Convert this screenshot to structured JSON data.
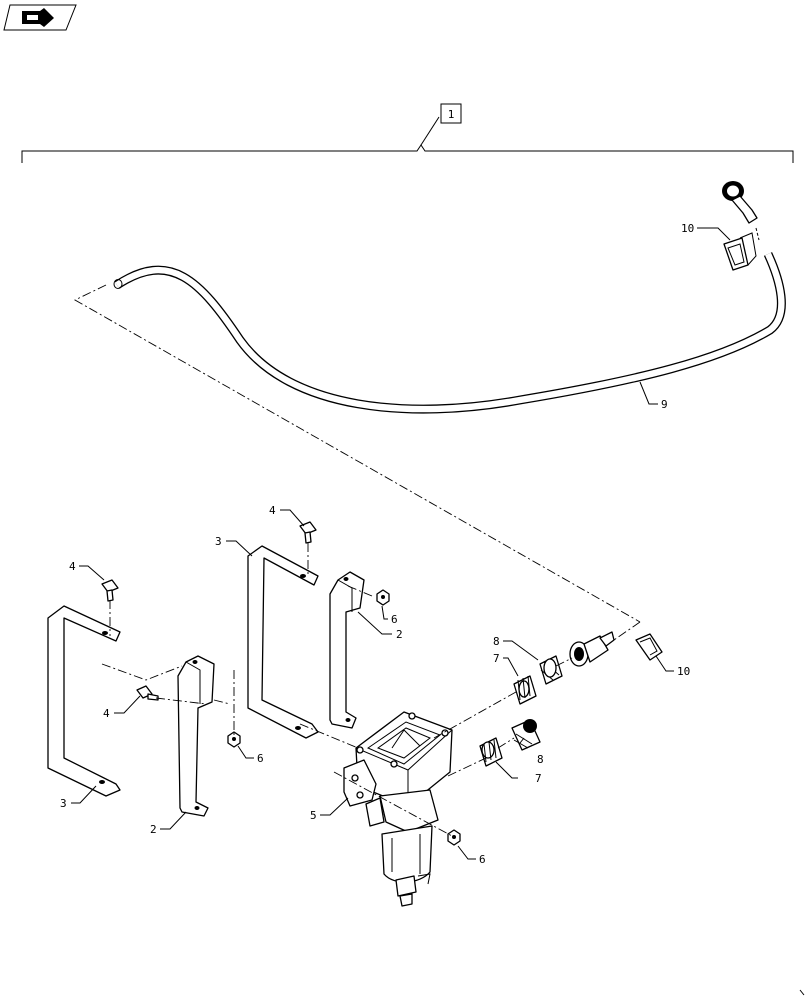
{
  "icons": {
    "corner_badge": "forward-arrow-icon"
  },
  "assembly_box": {
    "text": "1"
  },
  "callouts": {
    "c9": "9",
    "c10_top": "10",
    "c10_right": "10",
    "c8_upper": "8",
    "c7_upper": "7",
    "c8_lower": "8",
    "c7_lower": "7",
    "c4_top": "4",
    "c4_left": "4",
    "c4_mid": "4",
    "c3_mid": "3",
    "c3_left": "3",
    "c2_right": "2",
    "c2_bottom": "2",
    "c6_upper": "6",
    "c6_mid": "6",
    "c6_lower": "6",
    "c5": "5"
  }
}
